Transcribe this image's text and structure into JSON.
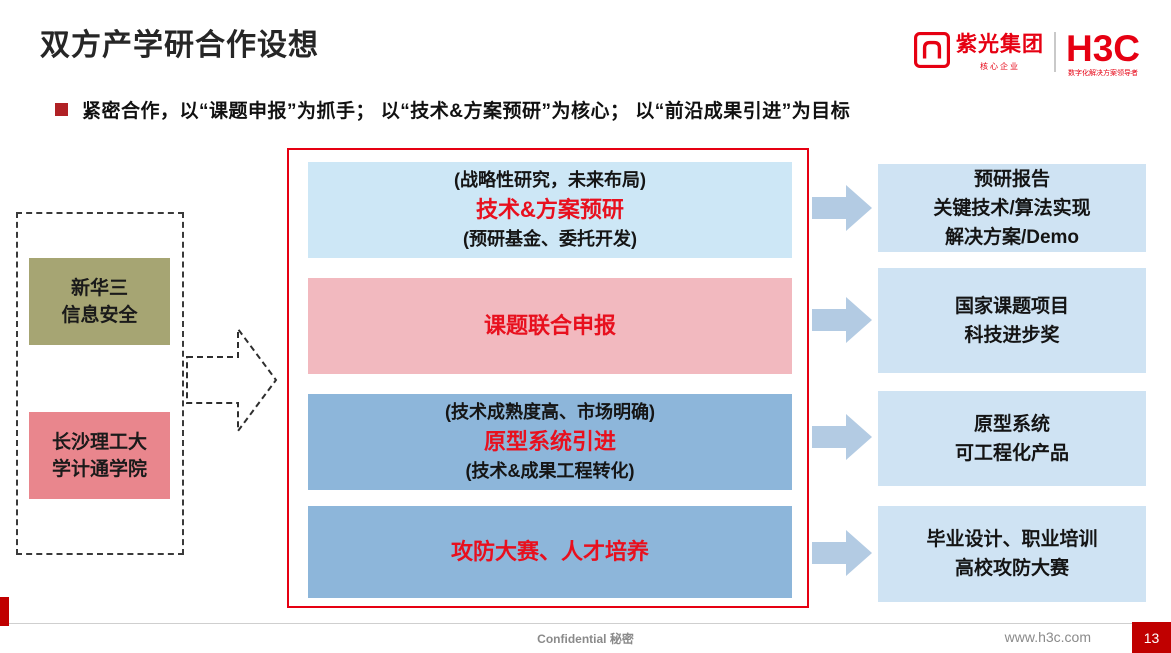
{
  "header": {
    "title": "双方产学研合作设想",
    "bullet_text": "紧密合作，以“课题申报”为抓手； 以“技术&方案预研”为核心； 以“前沿成果引进”为目标",
    "logo": {
      "unis_text": "紫光集团",
      "unis_tagline": "核心企业",
      "h3c_text": "H3C",
      "h3c_tagline": "数字化解决方案领导者"
    }
  },
  "left_panel": {
    "box_top": {
      "lines": [
        "新华三",
        "信息安全"
      ]
    },
    "box_bottom": {
      "lines": [
        "长沙理工大",
        "学计通学院"
      ]
    }
  },
  "center_panel": {
    "rows": [
      {
        "top": "(战略性研究，未来布局)",
        "main": "技术&方案预研",
        "bottom": "(预研基金、委托开发)"
      },
      {
        "main": "课题联合申报"
      },
      {
        "top": "(技术成熟度高、市场明确)",
        "main": "原型系统引进",
        "bottom": "(技术&成果工程转化)"
      },
      {
        "main": "攻防大赛、人才培养"
      }
    ]
  },
  "right_panel": {
    "boxes": [
      {
        "lines": [
          "预研报告",
          "关键技术/算法实现",
          "解决方案/Demo"
        ]
      },
      {
        "lines": [
          "国家课题项目",
          "科技进步奖"
        ]
      },
      {
        "lines": [
          "原型系统",
          "可工程化产品"
        ]
      },
      {
        "lines": [
          "毕业设计、职业培训",
          "高校攻防大赛"
        ]
      }
    ]
  },
  "footer": {
    "confidential": "Confidential 秘密",
    "website": "www.h3c.com",
    "page_number": "13"
  },
  "colors": {
    "brand_red": "#e60012",
    "dark_red": "#c00000",
    "pale_blue": "#cde7f6",
    "pink": "#f2b9bf",
    "mid_blue": "#8db6da",
    "right_box_blue": "#cfe3f3",
    "arrow_blue": "#b3cbe3",
    "olive_box": "#a6a573",
    "salmon_box": "#e9868d"
  }
}
